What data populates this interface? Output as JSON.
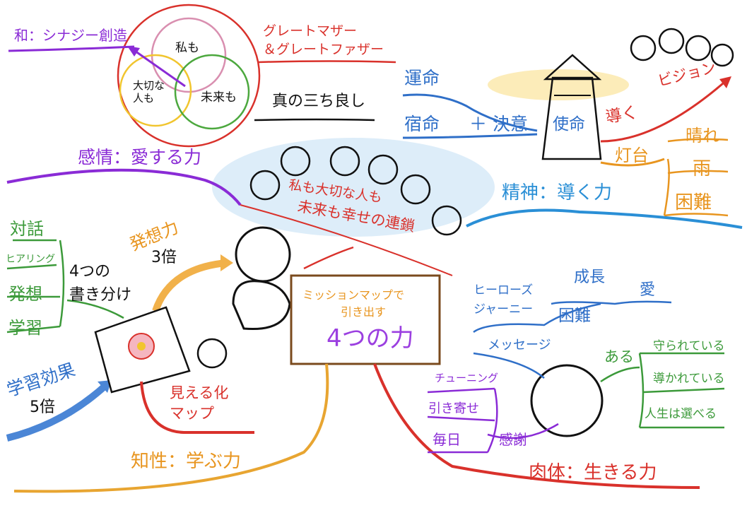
{
  "top_left": {
    "harmony": "和：シナジー創造",
    "venn_me": "私も",
    "venn_dear": "大切な\n人も",
    "venn_future": "未来も",
    "great_parents": "グレートマザー\n＆グレートファザー",
    "three_good": "真の三ち良し"
  },
  "emotion": {
    "label": "感情：愛する力"
  },
  "top_center": {
    "chain_line1": "私も大切な人も",
    "chain_line2": "未来も幸せの連鎖"
  },
  "lighthouse": {
    "unmei": "運命",
    "shukumei": "宿命",
    "plus_decision": "＋ 決意",
    "shimei": "使命",
    "guide": "導く",
    "vision": "ビジョン",
    "toudai": "灯台",
    "hare": "晴れ",
    "ame": "雨",
    "konnan": "困難"
  },
  "spirit": {
    "label": "精神：導く力"
  },
  "left": {
    "taiwa": "対話",
    "hearing": "ヒアリング",
    "four_split": "4つの\n書き分け",
    "hassou": "発想",
    "gakushu": "学習",
    "hassouryoku": "発想力",
    "three_times": "3倍",
    "learning_effect": "学習効果",
    "five_times": "5倍",
    "visual_map": "見える化\nマップ"
  },
  "center": {
    "scroll_line1": "ミッションマップで",
    "scroll_line2": "引き出す",
    "scroll_main": "4つの力"
  },
  "intellect": {
    "label": "知性：学ぶ力"
  },
  "right": {
    "heroes": "ヒーローズ\nジャーニー",
    "seichou": "成長",
    "ai": "愛",
    "konnan2": "困難",
    "message": "メッセージ",
    "aru": "ある",
    "mamorarete": "守られている",
    "michibikarete": "導かれている",
    "jinsei": "人生は選べる",
    "tuning": "チューニング",
    "hikiyose": "引き寄せ",
    "mainichi": "毎日",
    "kansha": "感謝"
  },
  "body": {
    "label": "肉体：生きる力"
  }
}
